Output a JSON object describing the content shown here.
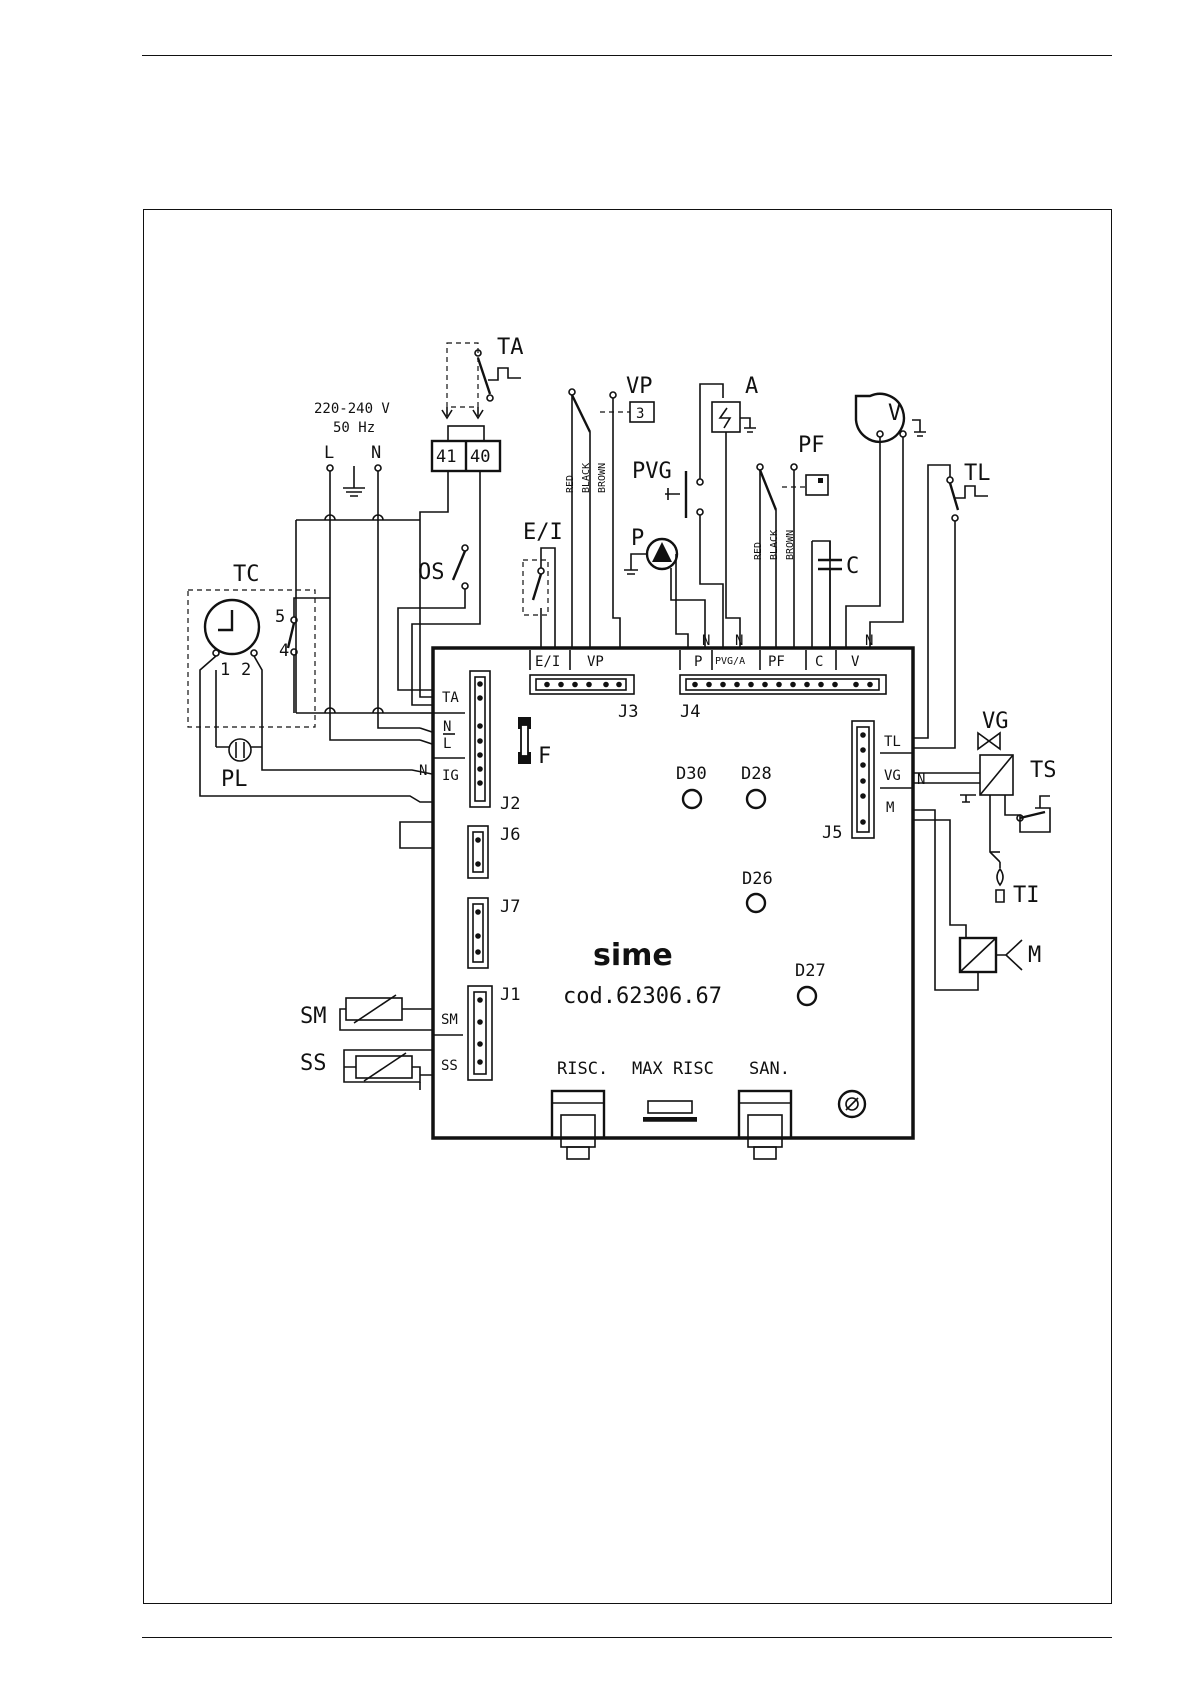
{
  "labels": {
    "TA": "TA",
    "VP": "VP",
    "A": "A",
    "PF": "PF",
    "PVG": "PVG",
    "TL": "TL",
    "EI": "E/I",
    "P": "P",
    "C": "C",
    "V": "V",
    "TC": "TC",
    "OS": "OS",
    "PL": "PL",
    "F": "F",
    "VG": "VG",
    "TS": "TS",
    "TI": "TI",
    "M": "M",
    "SM": "SM",
    "SS": "SS",
    "supply_voltage": "220-240 V",
    "supply_freq": "50 Hz",
    "L": "L",
    "N": "N",
    "t41": "41",
    "t40": "40",
    "tc_5": "5",
    "tc_4": "4",
    "tc_1": "1",
    "tc_2": "2",
    "red": "RED",
    "black": "BLACK",
    "brown": "BROWN"
  },
  "board": {
    "brand": "sime",
    "code": "cod.62306.67",
    "connectors": {
      "J1": "J1",
      "J2": "J2",
      "J3": "J3",
      "J4": "J4",
      "J5": "J5",
      "J6": "J6",
      "J7": "J7"
    },
    "headers_top": {
      "EI": "E/I",
      "VP": "VP",
      "P": "P",
      "PVGA": "PVG/A",
      "PF": "PF",
      "C": "C",
      "V": "V"
    },
    "headers_left": {
      "TA": "TA",
      "N": "N",
      "L": "L",
      "IG": "IG",
      "SM": "SM",
      "SS": "SS"
    },
    "headers_right": {
      "TL": "TL",
      "VG": "VG",
      "M": "M"
    },
    "leds": {
      "D30": "D30",
      "D28": "D28",
      "D26": "D26",
      "D27": "D27"
    },
    "controls": {
      "risc": "RISC.",
      "max_risc": "MAX RISC",
      "san": "SAN."
    }
  }
}
